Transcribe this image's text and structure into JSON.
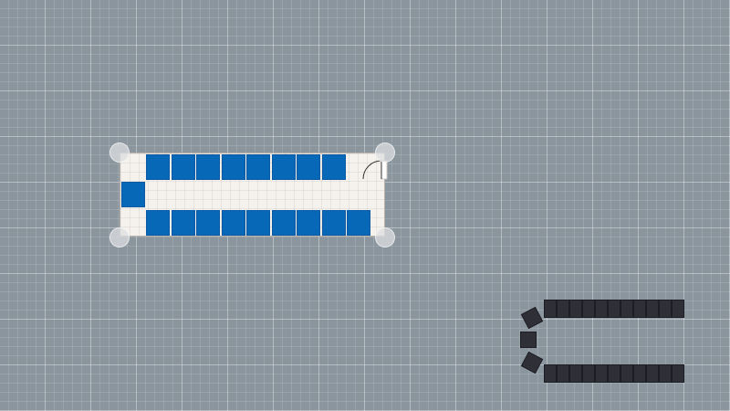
{
  "canvas": {
    "background": "#8a959d",
    "grid_color": "#ffffff"
  },
  "room_module": {
    "floor_color": "#f5f1ec",
    "tile_color": "#0868b8",
    "top_row_tiles": 8,
    "bottom_row_tiles": 9,
    "left_tiles": 1,
    "selected": true,
    "corner_handles": 4,
    "door_icon": "door-swing-icon"
  },
  "dark_module": {
    "tile_color": "#2f2f38",
    "top_row_tiles": 11,
    "bottom_row_tiles": 11,
    "curve_tiles": 3
  }
}
